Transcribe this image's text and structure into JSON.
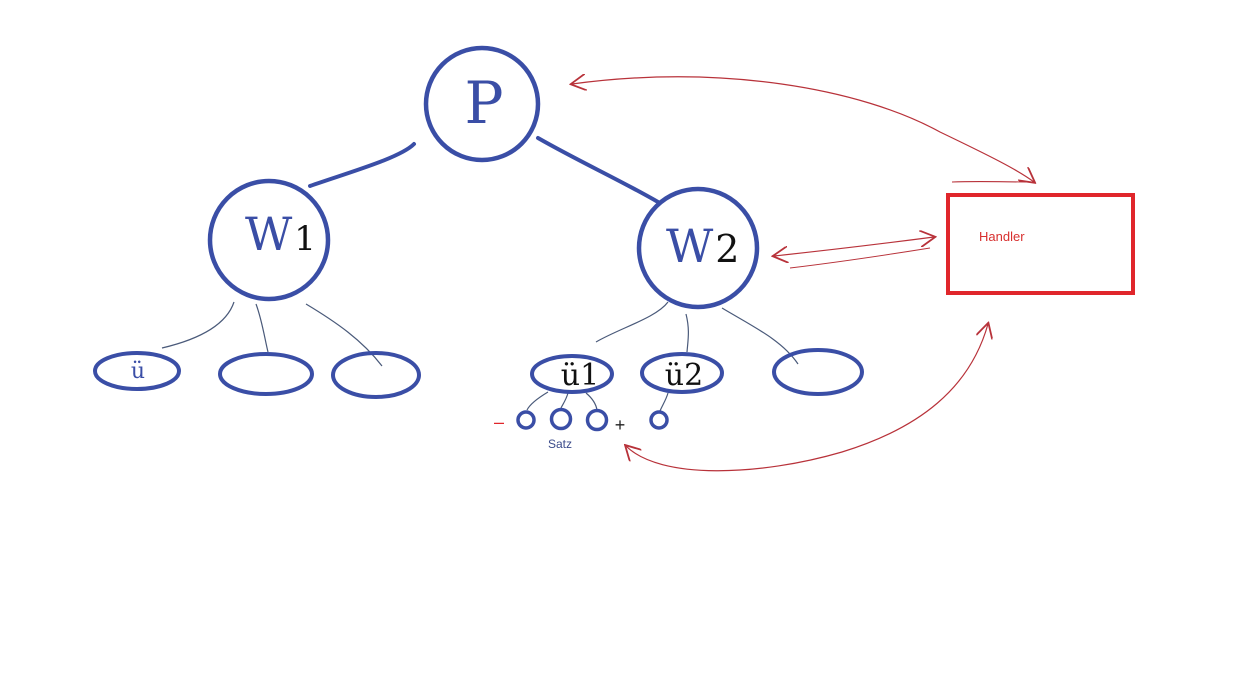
{
  "colors": {
    "node_stroke": "#3a4ea6",
    "edge_thin": "#4a5a7a",
    "arrow": "#b8323a",
    "handler_border": "#e0262b",
    "handler_text": "#d8302f",
    "satz_text": "#3a4a8a",
    "minus": "#e0262b",
    "plus": "#222222"
  },
  "nodes": {
    "root": {
      "label": "P"
    },
    "w1": {
      "label_main": "W",
      "label_sub": "1"
    },
    "w2": {
      "label_main": "W",
      "label_sub": "2"
    },
    "w1_child1": {
      "label": "ü"
    },
    "w2_child1": {
      "label": "ü1"
    },
    "w2_child2": {
      "label": "ü2"
    }
  },
  "handler": {
    "label": "Handler"
  },
  "satz": {
    "label": "Satz",
    "minus": "–",
    "plus": "+"
  }
}
